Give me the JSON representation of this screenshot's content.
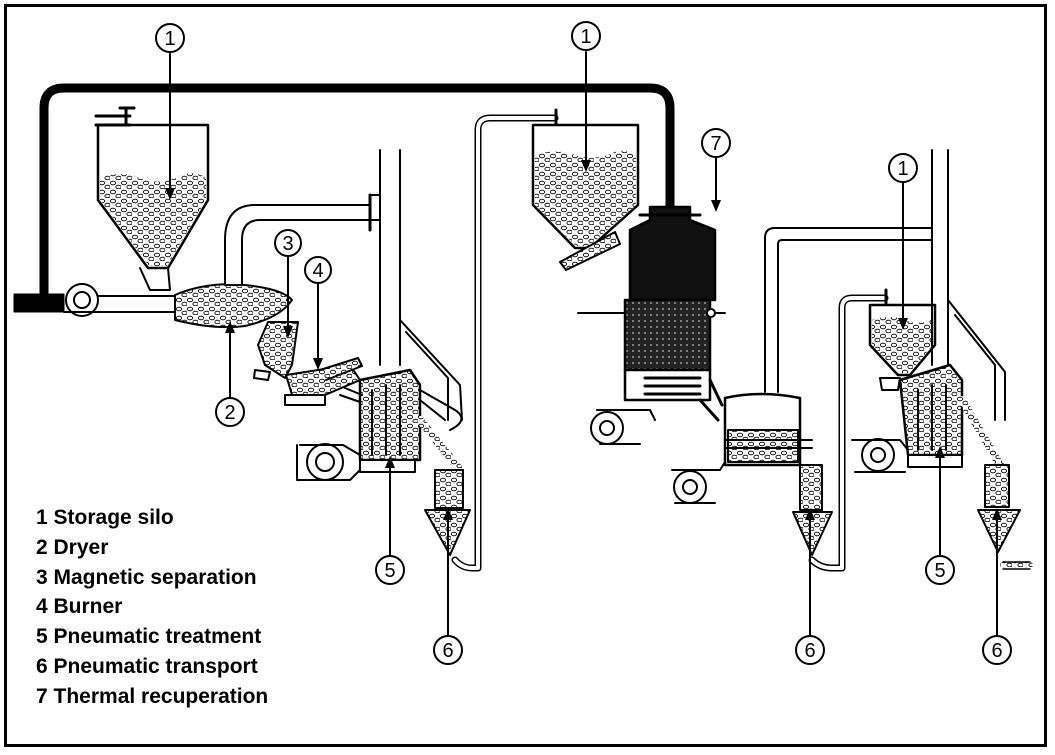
{
  "legend": [
    "1 Storage silo",
    "2 Dryer",
    "3 Magnetic separation",
    "4 Burner",
    "5 Pneumatic treatment",
    "6 Pneumatic transport",
    "7 Thermal recuperation"
  ],
  "callouts": {
    "c1": "1",
    "c2": "2",
    "c3": "3",
    "c4": "4",
    "c5": "5",
    "c6": "6",
    "c7": "7"
  }
}
